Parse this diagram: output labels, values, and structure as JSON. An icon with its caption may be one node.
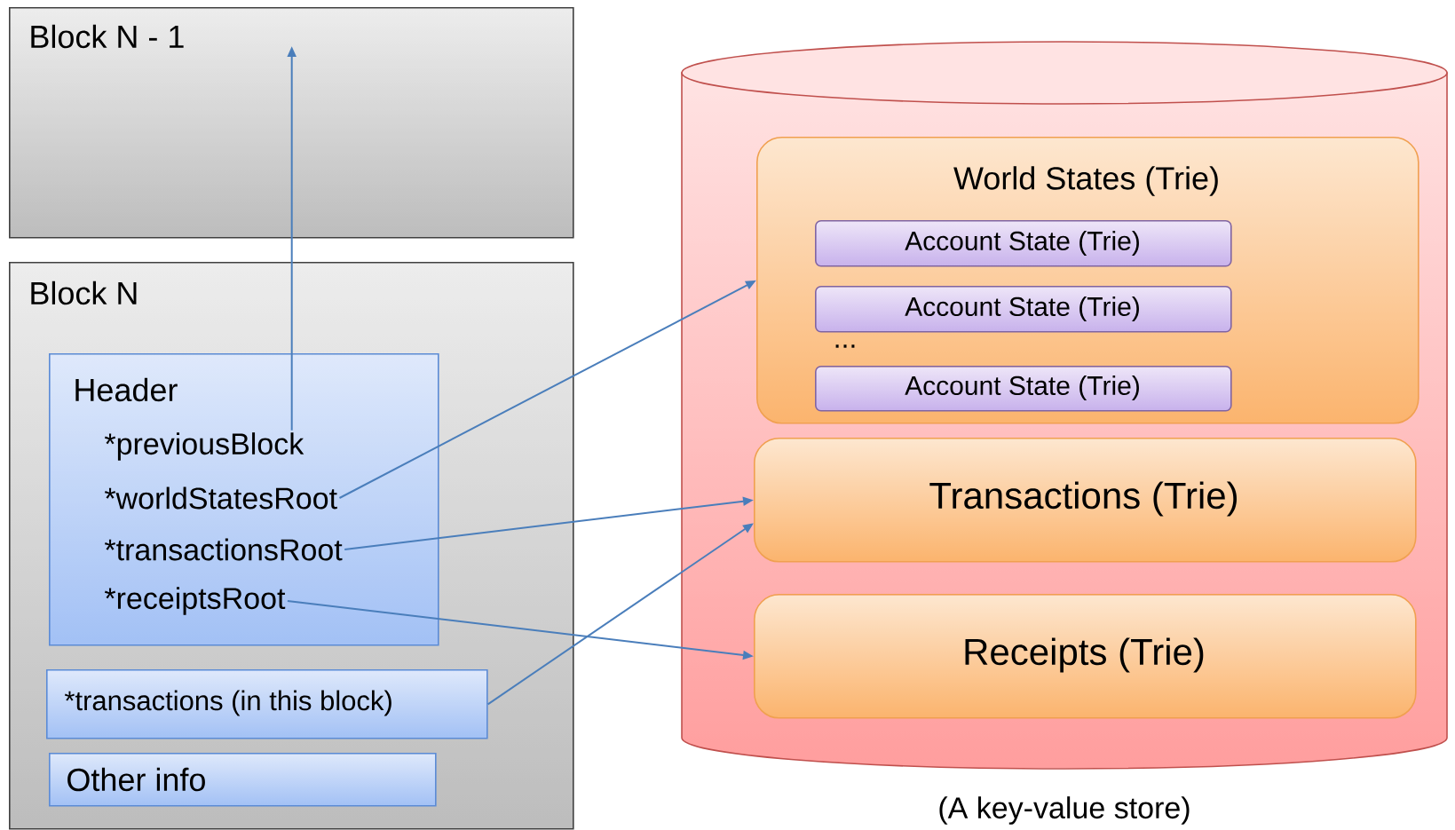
{
  "diagram": {
    "nodes": [
      {
        "text": [
          "Block N - 1"
        ]
      },
      {
        "text": [
          "Block N"
        ]
      },
      {
        "text": [
          "Header"
        ],
        "in": 1
      },
      {
        "text": [
          "*previousBlock"
        ],
        "in": 2
      },
      {
        "text": [
          "*worldStatesRoot"
        ],
        "in": 2
      },
      {
        "text": [
          "*transactionsRoot"
        ],
        "in": 2
      },
      {
        "text": [
          "*receiptsRoot"
        ],
        "in": 2
      },
      {
        "text": [
          "*transactions (in this block)"
        ],
        "in": 1
      },
      {
        "text": [
          "Other info"
        ],
        "in": 1
      },
      {
        "text": [],
        "shape": "cylinder",
        "beside": [
          "(A key-value store)"
        ]
      },
      {
        "text": [
          "World States (Trie)"
        ],
        "in": 9
      },
      {
        "text": [
          "Account State (Trie)"
        ],
        "in": 10
      },
      {
        "text": [
          "Account State (Trie)"
        ],
        "in": 10
      },
      {
        "text": [
          "Account State (Trie)"
        ],
        "in": 10
      },
      {
        "text": [
          "Transactions (Trie)"
        ],
        "in": 9
      },
      {
        "text": [
          "Receipts (Trie)"
        ],
        "in": 9
      }
    ],
    "edges": [
      {
        "from": 3,
        "to": 0,
        "arrow": "to"
      },
      {
        "from": 4,
        "to": 10,
        "arrow": "to"
      },
      {
        "from": 5,
        "to": 14,
        "arrow": "to"
      },
      {
        "from": 6,
        "to": 15,
        "arrow": "to"
      },
      {
        "from": 7,
        "to": 14,
        "arrow": "to"
      }
    ],
    "labels": [
      "..."
    ]
  }
}
